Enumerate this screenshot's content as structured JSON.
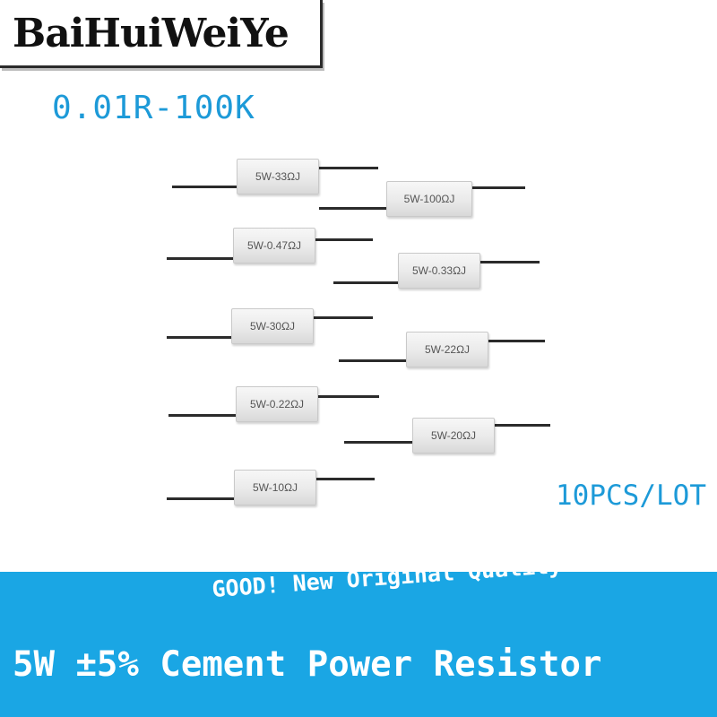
{
  "brand": {
    "name": "BaiHuiWeiYe"
  },
  "range": "0.01R-100K",
  "quantity": "10PCS/LOT",
  "resistors": [
    {
      "label": "5W-33ΩJ"
    },
    {
      "label": "5W-100ΩJ"
    },
    {
      "label": "5W-0.47ΩJ"
    },
    {
      "label": "5W-0.33ΩJ"
    },
    {
      "label": "5W-30ΩJ"
    },
    {
      "label": "5W-22ΩJ"
    },
    {
      "label": "5W-0.22ΩJ"
    },
    {
      "label": "5W-20ΩJ"
    },
    {
      "label": "5W-10ΩJ"
    }
  ],
  "banner": {
    "slogan": "GOOD! New Original Quality",
    "title": "5W ±5% Cement Power Resistor"
  },
  "colors": {
    "accent": "#1aa6e4",
    "text_blue": "#1d9ad8"
  }
}
